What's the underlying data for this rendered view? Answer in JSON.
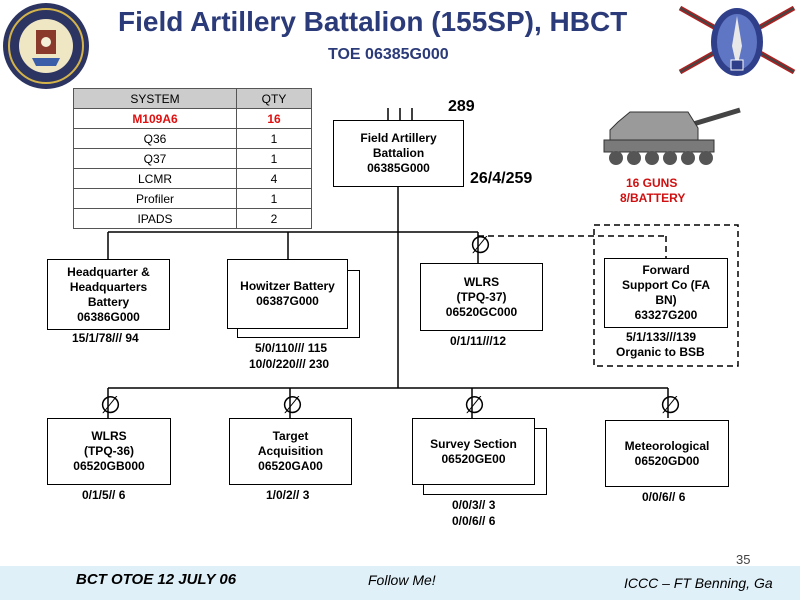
{
  "title": "Field Artillery Battalion (155SP), HBCT",
  "subtitle": "TOE 06385G000",
  "systems_table": {
    "headers": [
      "SYSTEM",
      "QTY"
    ],
    "rows": [
      {
        "system": "M109A6",
        "qty": "16"
      },
      {
        "system": "Q36",
        "qty": "1"
      },
      {
        "system": "Q37",
        "qty": "1"
      },
      {
        "system": "LCMR",
        "qty": "4"
      },
      {
        "system": "Profiler",
        "qty": "1"
      },
      {
        "system": "IPADS",
        "qty": "2"
      }
    ]
  },
  "hq": {
    "name": "Field Artillery Battalion",
    "code": "06385G000",
    "strength_total": "289",
    "strength_breakdown": "26/4/259"
  },
  "guns_note": {
    "line1": "16 GUNS",
    "line2": "8/BATTERY"
  },
  "units_row1": [
    {
      "name": "Headquarter & Headquarters Battery",
      "code": "06386G000",
      "strength": "15/1/78/// 94"
    },
    {
      "name": "Howitzer Battery",
      "code": "06387G000",
      "strength": "5/0/110/// 115",
      "strength2": "10/0/220/// 230"
    },
    {
      "name": "WLRS (TPQ-37)",
      "code": "06520GC000",
      "strength": "0/1/11///12"
    },
    {
      "name": "Forward Support Co (FA BN)",
      "code": "63327G200",
      "strength": "5/1/133///139",
      "strength2": "Organic to BSB"
    }
  ],
  "units_row2": [
    {
      "name": "WLRS (TPQ-36)",
      "code": "06520GB000",
      "strength": "0/1/5// 6"
    },
    {
      "name": "Target Acquisition",
      "code": "06520GA00",
      "strength": "1/0/2// 3"
    },
    {
      "name": "Survey Section",
      "code": "06520GE00",
      "strength": "0/0/3// 3",
      "strength2": "0/0/6// 6"
    },
    {
      "name": "Meteorological",
      "code": "06520GD00",
      "strength": "0/0/6// 6"
    }
  ],
  "empty_symbol": "∅",
  "page_number": "35",
  "footer": {
    "left": "BCT OTOE 12 JULY 06",
    "center": "Follow Me!",
    "right": "ICCC – FT Benning, Ga"
  },
  "seal_icon": "department-of-the-army-seal-icon",
  "insignia_icon": "infantry-follow-me-insignia-icon",
  "howitzer_icon": "m109-howitzer-icon",
  "colors": {
    "title": "#2b3a78",
    "highlight": "#e01010",
    "footer_bg": "#dff0f8"
  }
}
